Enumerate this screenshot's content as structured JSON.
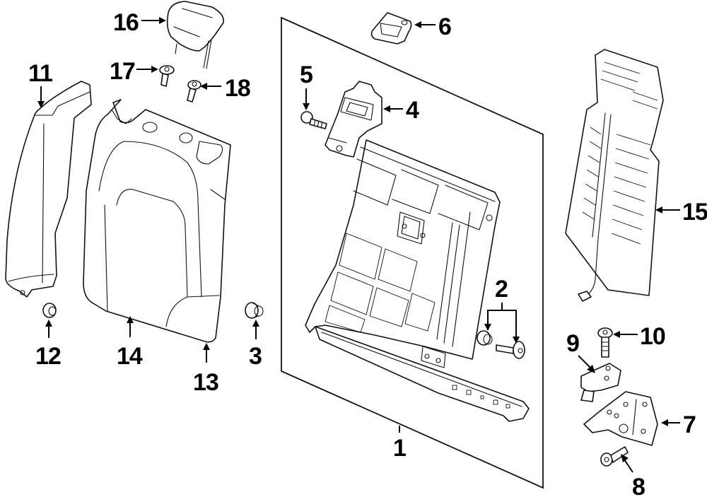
{
  "diagram": {
    "title": "Rear seat back components (exploded view)",
    "colors": {
      "line": "#111111",
      "background": "#ffffff",
      "label": "#000000"
    },
    "callouts": [
      {
        "id": "1",
        "part": "seat-back-frame"
      },
      {
        "id": "2",
        "part": "frame-bushing-and-bolt"
      },
      {
        "id": "3",
        "part": "bushing-right"
      },
      {
        "id": "4",
        "part": "headrest-guide-bracket"
      },
      {
        "id": "5",
        "part": "guide-bracket-screw"
      },
      {
        "id": "6",
        "part": "guide-cap"
      },
      {
        "id": "7",
        "part": "hinge-bracket"
      },
      {
        "id": "8",
        "part": "hinge-bolt"
      },
      {
        "id": "9",
        "part": "latch-block"
      },
      {
        "id": "10",
        "part": "latch-bolt"
      },
      {
        "id": "11",
        "part": "side-bolster-trim"
      },
      {
        "id": "12",
        "part": "bushing-left"
      },
      {
        "id": "13",
        "part": "seat-back-cover"
      },
      {
        "id": "14",
        "part": "seat-back-pad"
      },
      {
        "id": "15",
        "part": "heating-element-pad"
      },
      {
        "id": "16",
        "part": "headrest"
      },
      {
        "id": "17",
        "part": "headrest-screw-left"
      },
      {
        "id": "18",
        "part": "headrest-screw-right"
      }
    ]
  }
}
